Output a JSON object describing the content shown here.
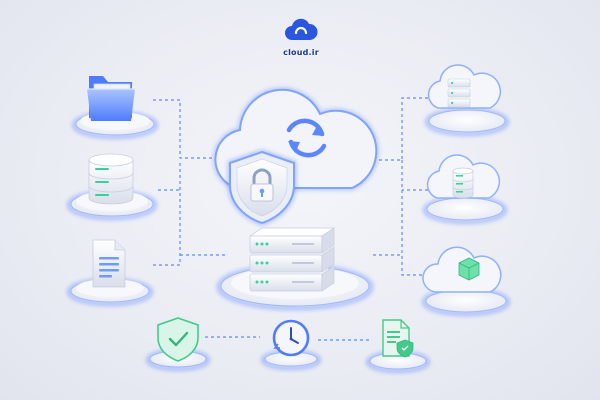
{
  "logo": {
    "text": "cloud.ir",
    "color": "#2a56e0"
  },
  "nodes": {
    "left": [
      {
        "id": "folder",
        "icon": "folder-icon"
      },
      {
        "id": "database",
        "icon": "database-icon"
      },
      {
        "id": "document",
        "icon": "document-icon"
      }
    ],
    "right": [
      {
        "id": "cloud-server",
        "icon": "cloud-server-icon"
      },
      {
        "id": "cloud-database",
        "icon": "cloud-database-icon"
      },
      {
        "id": "cloud-package",
        "icon": "cloud-package-icon"
      }
    ],
    "bottom": [
      {
        "id": "shield-check",
        "icon": "shield-check-icon"
      },
      {
        "id": "clock",
        "icon": "clock-icon"
      },
      {
        "id": "secure-document",
        "icon": "secure-document-icon"
      }
    ],
    "center": [
      {
        "id": "sync-cloud",
        "icon": "sync-cloud-icon"
      },
      {
        "id": "lock-shield",
        "icon": "lock-shield-icon"
      },
      {
        "id": "server-stack",
        "icon": "server-stack-icon"
      }
    ]
  },
  "colors": {
    "glow": "#4f7cff",
    "connector": "#5b8cff",
    "led": "#35d39a",
    "icon_blue": "#6f9bff",
    "icon_green": "#45c98b",
    "platform": "#f3f5fb"
  }
}
